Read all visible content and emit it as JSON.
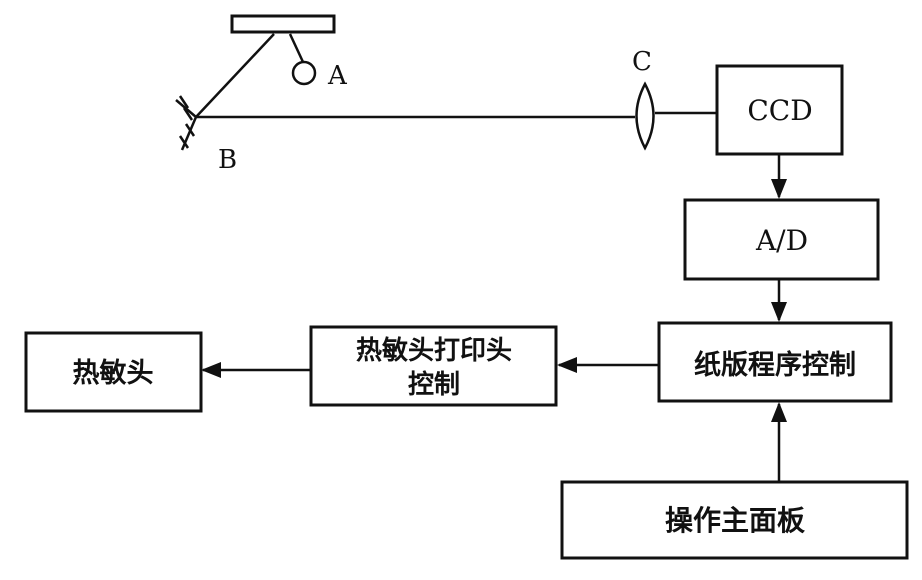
{
  "labels": {
    "a": "A",
    "b": "B",
    "c": "C"
  },
  "boxes": {
    "ccd": "CCD",
    "ad": "A/D",
    "plate_control": "纸版程序控制",
    "thermal_head_control_line1": "热敏头打印头",
    "thermal_head_control_line2": "控制",
    "thermal_head": "热敏头",
    "main_panel": "操作主面板"
  }
}
